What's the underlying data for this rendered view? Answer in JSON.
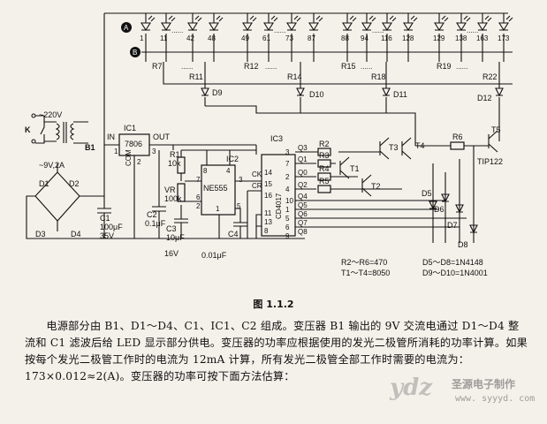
{
  "figure": {
    "caption": "图 1.1.2",
    "labels": {
      "busA": "A",
      "busB": "B",
      "led_groups": [
        "1",
        "11",
        "42",
        "48",
        "49",
        "61",
        "73",
        "87",
        "88",
        "94",
        "116",
        "128",
        "129",
        "138",
        "163",
        "173"
      ],
      "dots": "......",
      "r_top": [
        "R7",
        "R12",
        "R15",
        "R19"
      ],
      "r_bottom": [
        "R11",
        "R14",
        "R18",
        "R22"
      ],
      "d_out": [
        "D9",
        "D10",
        "D11",
        "D12"
      ],
      "mains": "~220V",
      "switch": "K",
      "transformer": "B1",
      "secondary": "~9V,2A",
      "bridge": [
        "D1",
        "D2",
        "D3",
        "D4"
      ],
      "c1": [
        "C1",
        "100μF",
        "35V"
      ],
      "ic1": "IC1",
      "ic1_part": "7806",
      "ic1_in": "IN",
      "ic1_out": "OUT",
      "ic1_com": "COM",
      "ic1_pins": [
        "1",
        "2",
        "3"
      ],
      "c2": [
        "C2",
        "0.1μF"
      ],
      "r1": [
        "R1",
        "10k"
      ],
      "vr": [
        "VR",
        "100k"
      ],
      "c3": [
        "C3",
        "10μF"
      ],
      "ic2": "IC2",
      "ic2_part": "NE555",
      "ic2_pins": [
        "8",
        "4",
        "7",
        "3",
        "6",
        "2",
        "1",
        "5"
      ],
      "c4": [
        "C4",
        "0.01μF"
      ],
      "v16": "16V",
      "ic3": "IC3",
      "ic3_part": "CD4017",
      "ic3_pins_left": [
        "14",
        "15",
        "16",
        "11",
        "13",
        "8"
      ],
      "ic3_pins_right": [
        "3",
        "7",
        "2",
        "4",
        "10",
        "1",
        "5",
        "6",
        "9"
      ],
      "ck": "CK",
      "cr": "CR",
      "q": [
        "Q3",
        "Q1",
        "Q0",
        "Q2",
        "Q4",
        "Q5",
        "Q6",
        "Q7",
        "Q8",
        "Q9"
      ],
      "resistors": [
        "R2",
        "R3",
        "R4",
        "R5",
        "R6"
      ],
      "transistors": [
        "T1",
        "T2",
        "T3",
        "T4",
        "T5"
      ],
      "tip": "TIP122",
      "diodes": [
        "D5",
        "D6",
        "D7",
        "D8"
      ],
      "notes": [
        "R2～R6=470",
        "T1～T4=8050",
        "D5～D8=1N4148",
        "D9～D10=1N4001"
      ]
    }
  },
  "paragraph": "电源部分由 B1、D1～D4、C1、IC1、C2 组成。变压器 B1 输出的 9V 交流电通过 D1～D4 整流和 C1 滤波后给 LED 显示部分供电。变压器的功率应根据使用的发光二极管所消耗的功率计算。如果按每个发光二极管工作时的电流为 12mA 计算，所有发光二极管全部工作时需要的电流为：173×0.012≈2(A)。变压器的功率可按下面方法估算：",
  "watermark": {
    "logo": "ydz",
    "name": "圣源电子制作",
    "url": "www. syyyd. com"
  }
}
